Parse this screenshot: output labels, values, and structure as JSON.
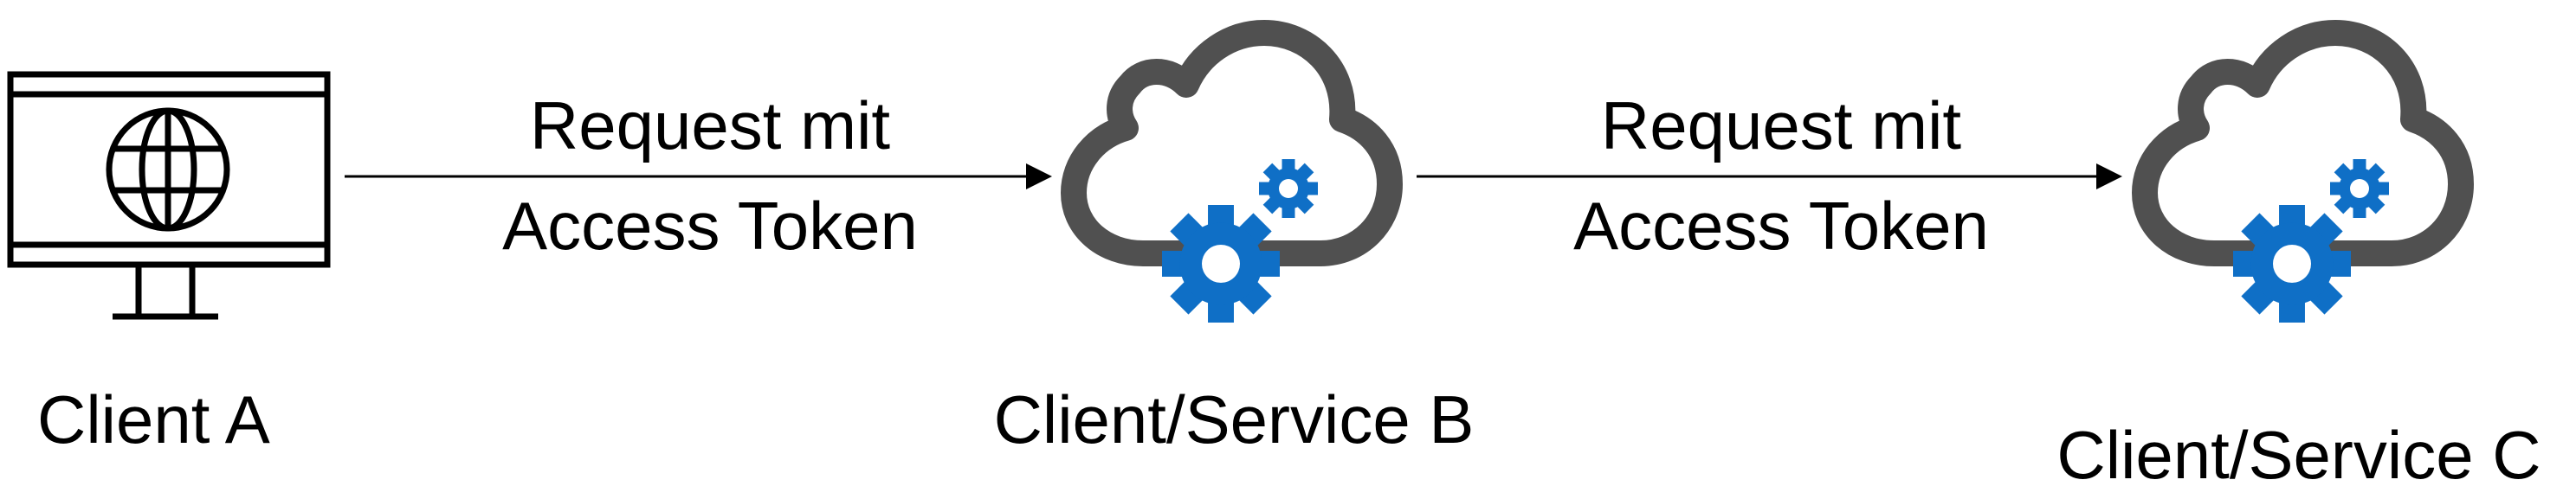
{
  "nodes": {
    "client_a": {
      "label": "Client A"
    },
    "service_b": {
      "label": "Client/Service B"
    },
    "service_c": {
      "label": "Client/Service C"
    }
  },
  "edges": [
    {
      "from": "Client A",
      "to": "Client/Service B",
      "label_line1": "Request mit",
      "label_line2": "Access Token"
    },
    {
      "from": "Client/Service B",
      "to": "Client/Service C",
      "label_line1": "Request mit",
      "label_line2": "Access Token"
    }
  ],
  "icons": {
    "client_a": "monitor-globe-icon",
    "service_b": "cloud-gears-icon",
    "service_c": "cloud-gears-icon"
  },
  "colors": {
    "monitor_stroke": "#000000",
    "cloud_stroke": "#505050",
    "gear_fill": "#0f6fc6",
    "arrow": "#000000"
  }
}
